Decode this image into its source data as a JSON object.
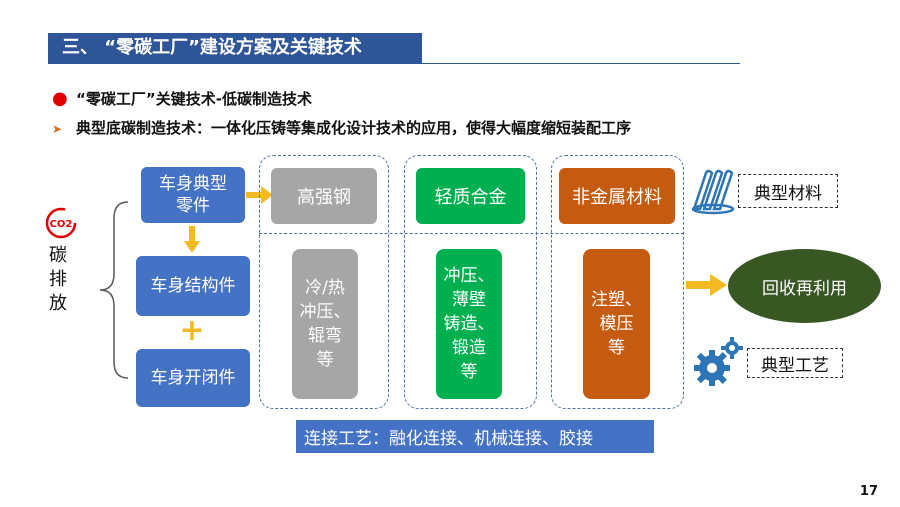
{
  "header": {
    "title": "三、 “零碳工厂”建设方案及关键技术"
  },
  "bullet1": {
    "text": "“零碳工厂”关键技术-低碳制造技术"
  },
  "bullet2": {
    "text": "典型底碳制造技术：一体化压铸等集成化设计技术的应用，使得大幅度缩短装配工序"
  },
  "carbon": {
    "co2": "CO2",
    "label": "碳排放"
  },
  "left_boxes": {
    "typical_parts": "车身典型\n零件",
    "structural": "车身结构件",
    "closures": "车身开闭件",
    "plus": "+"
  },
  "materials": {
    "steel": "高强钢",
    "light_alloy": "轻质合金",
    "nonmetal": "非金属材料"
  },
  "processes": {
    "steel": "冷/热\n冲压、\n辊弯\n等",
    "alloy": "冲压、\n薄壁\n铸造、\n锻造\n等",
    "nonmetal": "注塑、\n模压\n等"
  },
  "tags": {
    "material": "典型材料",
    "process": "典型工艺"
  },
  "recycle": {
    "label": "回收再利用"
  },
  "connection": {
    "text": "连接工艺：融化连接、机械连接、胶接"
  },
  "page_number": "17",
  "colors": {
    "blue": "#4472C4",
    "header": "#2E5597",
    "grey": "#A6A6A6",
    "green": "#00B050",
    "orange": "#C55A11",
    "arrow": "#F5B921",
    "recycle": "#385723",
    "red": "#E00000"
  },
  "icons": {
    "co2": "co2-icon",
    "material": "material-layers-icon",
    "process": "gears-icon"
  }
}
